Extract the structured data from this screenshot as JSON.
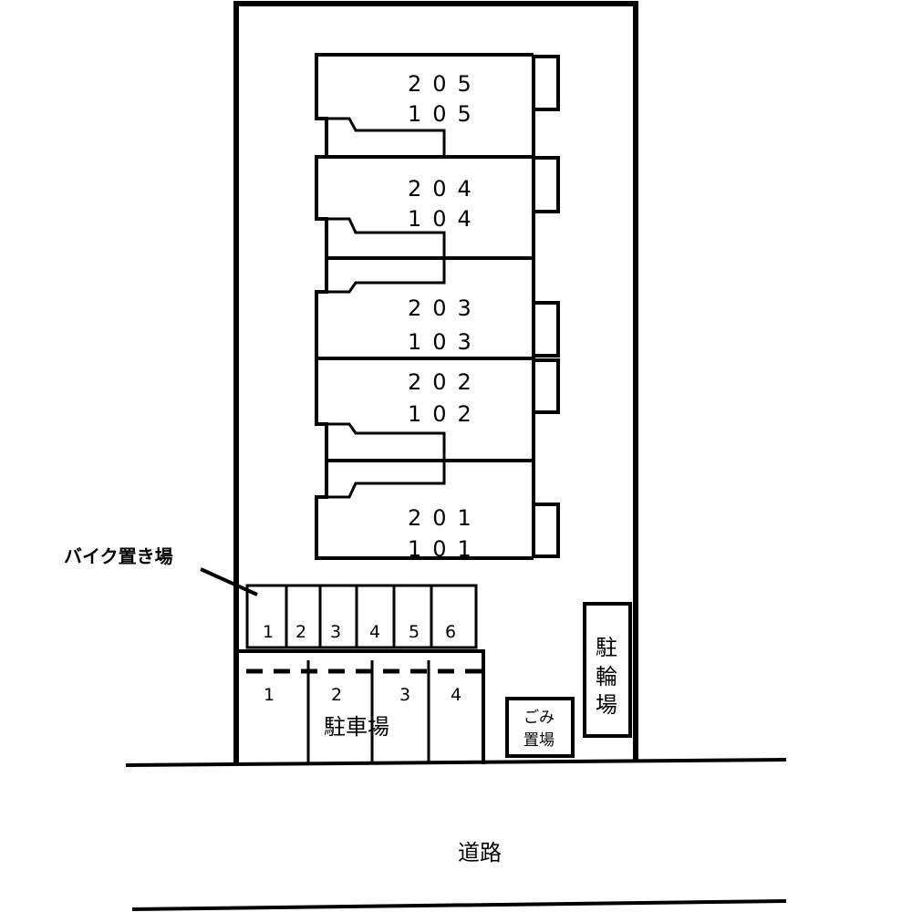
{
  "units": [
    {
      "upper": "205",
      "lower": "105"
    },
    {
      "upper": "204",
      "lower": "104"
    },
    {
      "upper": "203",
      "lower": "103"
    },
    {
      "upper": "202",
      "lower": "102"
    },
    {
      "upper": "201",
      "lower": "101"
    }
  ],
  "bike_parking": {
    "label": "バイク置き場",
    "slots": [
      "1",
      "2",
      "3",
      "4",
      "5",
      "6"
    ]
  },
  "car_parking": {
    "label": "駐車場",
    "slots": [
      "1",
      "2",
      "3",
      "4"
    ]
  },
  "bicycle_parking": {
    "chars": [
      "駐",
      "輪",
      "場"
    ]
  },
  "garbage": {
    "line1": "ごみ",
    "line2": "置場"
  },
  "road": {
    "label": "道路"
  }
}
